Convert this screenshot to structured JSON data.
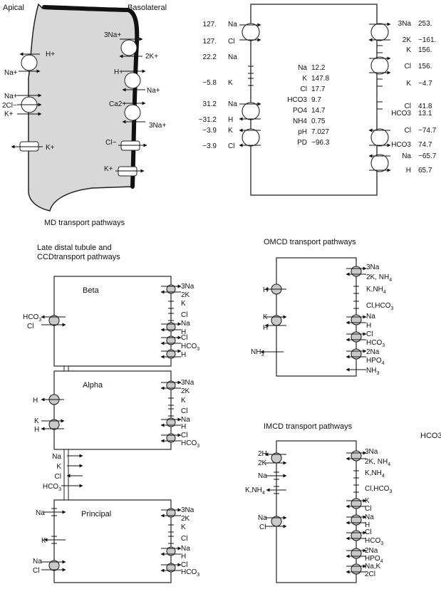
{
  "md_panel": {
    "apical_label": "Apical",
    "basolateral_label": "Basolateral",
    "caption": "MD transport pathways",
    "apical_labels": [
      "H+",
      "Na+",
      "Na+",
      "2Cl−",
      "K+",
      "K+"
    ],
    "basolateral_labels": [
      "3Na+",
      "2K+",
      "H+",
      "Na+",
      "Ca2+",
      "3Na+",
      "Cl−",
      "K+"
    ]
  },
  "md_model": {
    "apical_rows": [
      {
        "value": "127.",
        "ion": "Na"
      },
      {
        "value": "127.",
        "ion": "Cl"
      },
      {
        "value": "22.2",
        "ion": "Na"
      },
      {
        "value": "−5.8",
        "ion": "K"
      },
      {
        "value": "31.2",
        "ion": "Na"
      },
      {
        "value": "−31.2",
        "ion": "H"
      },
      {
        "value": "−3.9",
        "ion": "K"
      },
      {
        "value": "−3.9",
        "ion": "Cl"
      }
    ],
    "cell_values": [
      {
        "name": "Na",
        "value": "12.2"
      },
      {
        "name": "K",
        "value": "147.8"
      },
      {
        "name": "Cl",
        "value": "17.7"
      },
      {
        "name": "HCO3",
        "value": "9.7"
      },
      {
        "name": "PO4",
        "value": "14.7"
      },
      {
        "name": "NH4",
        "value": "0.75"
      },
      {
        "name": "pH",
        "value": "7.027"
      },
      {
        "name": "PD",
        "value": "−96.3"
      }
    ],
    "basolateral_rows": [
      {
        "ion": "3Na",
        "value": "253."
      },
      {
        "ion": "2K",
        "value": "−161."
      },
      {
        "ion": "K",
        "value": "156."
      },
      {
        "ion": "Cl",
        "value": "156."
      },
      {
        "ion": "K",
        "value": "−4.7"
      },
      {
        "ion": "Cl",
        "value": "41.8"
      },
      {
        "ion": "HCO3",
        "value": "13.1"
      },
      {
        "ion": "Cl",
        "value": "−74.7"
      },
      {
        "ion": "HCO3",
        "value": "74.7"
      },
      {
        "ion": "Na",
        "value": "−65.7"
      },
      {
        "ion": "H",
        "value": "65.7"
      }
    ]
  },
  "dt_panel": {
    "title_line1": "Late distal tubule and",
    "title_line2": "CCDtransport pathways",
    "beta": {
      "name": "Beta",
      "apical": [
        "HCO3",
        "Cl"
      ],
      "basolateral": [
        "3Na",
        "2K",
        "K",
        "Cl",
        "Na",
        "H",
        "Cl",
        "HCO3",
        "H"
      ]
    },
    "alpha": {
      "name": "Alpha",
      "apical": [
        "H",
        "K",
        "H"
      ],
      "basolateral": [
        "3Na",
        "2K",
        "K",
        "Cl",
        "Na",
        "H",
        "Cl",
        "HCO3"
      ]
    },
    "paracellular": [
      "Na",
      "K",
      "Cl",
      "HCO3"
    ],
    "principal": {
      "name": "Principal",
      "apical": [
        "Na",
        "K",
        "Na",
        "Cl"
      ],
      "basolateral": [
        "3Na",
        "2K",
        "K",
        "Cl",
        "Na",
        "H",
        "Cl",
        "HCO3"
      ]
    }
  },
  "omcd_panel": {
    "title": "OMCD transport pathways",
    "apical": [
      "H",
      "K",
      "H",
      "NH3"
    ],
    "basolateral": [
      "3Na",
      "2K, NH4",
      "K,NH4",
      "Cl,HCO3",
      "Na",
      "H",
      "Cl",
      "HCO3",
      "2Na",
      "HPO4",
      "NH3"
    ]
  },
  "imcd_panel": {
    "title": "IMCD transport pathways",
    "stray_label": "HCO3",
    "apical": [
      "2H",
      "2K",
      "Na",
      "K,NH4",
      "Na",
      "Cl"
    ],
    "basolateral": [
      "3Na",
      "2K, NH4",
      "K,NH4",
      "Cl,HCO3",
      "K",
      "Cl",
      "Na",
      "H",
      "Cl",
      "HCO3",
      "2Na",
      "HPO4",
      "Na,K",
      "2Cl"
    ]
  }
}
